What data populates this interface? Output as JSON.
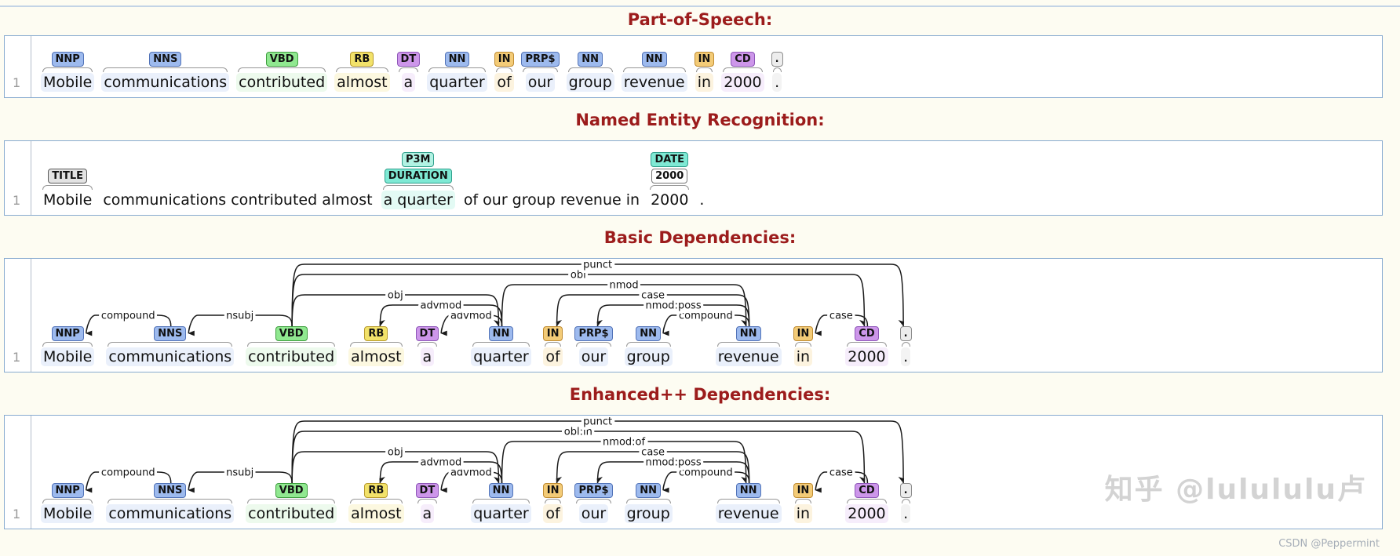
{
  "page": {
    "watermark_zhihu": "知乎 @lulululu卢",
    "watermark_csdn": "CSDN @Peppermint"
  },
  "palette": {
    "title_color": "#9c1c1c",
    "panel_border": "#88abd0",
    "arc_color": "#1a1a1a",
    "chips": {
      "blue": {
        "fill": "#9dbaee",
        "border": "#5273b8",
        "tint": "#eaf0fb"
      },
      "green": {
        "fill": "#90e890",
        "border": "#3e9e3e",
        "tint": "#edfaed"
      },
      "yellow": {
        "fill": "#f2e26a",
        "border": "#b89b2e",
        "tint": "#fcf8e0"
      },
      "purple": {
        "fill": "#cd96ea",
        "border": "#8e57b8",
        "tint": "#f6edfb"
      },
      "orange": {
        "fill": "#f3cb77",
        "border": "#c08c32",
        "tint": "#fcf3df"
      },
      "gray": {
        "fill": "#ededed",
        "border": "#8c8c8c",
        "tint": "#f3f3f3"
      },
      "graychip": {
        "fill": "#e3e3e3",
        "border": "#5a5a5a",
        "tint": "#ffffff"
      },
      "teal": {
        "fill": "#7fe9d4",
        "border": "#2e9e8a",
        "tint": "#e3faf4"
      },
      "tealLight": {
        "fill": "#b1f2e3",
        "border": "#2e9e8a",
        "tint": "#e3faf4"
      },
      "white": {
        "fill": "#ffffff",
        "border": "#777777",
        "tint": "#ffffff"
      }
    }
  },
  "sections": {
    "pos": {
      "title": "Part-of-Speech:",
      "line_number": "1",
      "tokens": [
        {
          "w": "Mobile",
          "t": "NNP",
          "c": "blue"
        },
        {
          "w": "communications",
          "t": "NNS",
          "c": "blue"
        },
        {
          "w": "contributed",
          "t": "VBD",
          "c": "green"
        },
        {
          "w": "almost",
          "t": "RB",
          "c": "yellow"
        },
        {
          "w": "a",
          "t": "DT",
          "c": "purple"
        },
        {
          "w": "quarter",
          "t": "NN",
          "c": "blue"
        },
        {
          "w": "of",
          "t": "IN",
          "c": "orange"
        },
        {
          "w": "our",
          "t": "PRP$",
          "c": "blue"
        },
        {
          "w": "group",
          "t": "NN",
          "c": "blue"
        },
        {
          "w": "revenue",
          "t": "NN",
          "c": "blue"
        },
        {
          "w": "in",
          "t": "IN",
          "c": "orange"
        },
        {
          "w": "2000",
          "t": "CD",
          "c": "purple"
        },
        {
          "w": ".",
          "t": ".",
          "c": "gray"
        }
      ]
    },
    "ner": {
      "title": "Named Entity Recognition:",
      "line_number": "1",
      "parts": [
        {
          "text": "Mobile",
          "chips": [
            {
              "label": "TITLE",
              "c": "graychip"
            }
          ],
          "highlight": false
        },
        {
          "text": "communications contributed almost",
          "chips": [],
          "highlight": false
        },
        {
          "text": "a quarter",
          "chips": [
            {
              "label": "P3M",
              "c": "tealLight"
            },
            {
              "label": "DURATION",
              "c": "teal"
            }
          ],
          "highlight": true
        },
        {
          "text": "of our group revenue in",
          "chips": [],
          "highlight": false
        },
        {
          "text": "2000",
          "chips": [
            {
              "label": "DATE",
              "c": "teal"
            },
            {
              "label": "2000",
              "c": "white"
            }
          ],
          "highlight": false
        },
        {
          "text": ".",
          "chips": [],
          "highlight": false
        }
      ]
    },
    "basic": {
      "title": "Basic Dependencies:",
      "line_number": "1",
      "tokens": [
        {
          "w": "Mobile",
          "t": "NNP",
          "c": "blue"
        },
        {
          "w": "communications",
          "t": "NNS",
          "c": "blue"
        },
        {
          "w": "contributed",
          "t": "VBD",
          "c": "green"
        },
        {
          "w": "almost",
          "t": "RB",
          "c": "yellow"
        },
        {
          "w": "a",
          "t": "DT",
          "c": "purple"
        },
        {
          "w": "quarter",
          "t": "NN",
          "c": "blue"
        },
        {
          "w": "of",
          "t": "IN",
          "c": "orange"
        },
        {
          "w": "our",
          "t": "PRP$",
          "c": "blue"
        },
        {
          "w": "group",
          "t": "NN",
          "c": "blue"
        },
        {
          "w": "revenue",
          "t": "NN",
          "c": "blue"
        },
        {
          "w": "in",
          "t": "IN",
          "c": "orange"
        },
        {
          "w": "2000",
          "t": "CD",
          "c": "purple"
        },
        {
          "w": ".",
          "t": ".",
          "c": "gray"
        }
      ],
      "arcs": [
        {
          "h": 1,
          "d": 0,
          "label": "compound",
          "lv": 1
        },
        {
          "h": 2,
          "d": 1,
          "label": "nsubj",
          "lv": 1
        },
        {
          "h": 5,
          "d": 4,
          "label": "advmod",
          "lv": 1
        },
        {
          "h": 9,
          "d": 8,
          "label": "compound",
          "lv": 1
        },
        {
          "h": 11,
          "d": 10,
          "label": "case",
          "lv": 1
        },
        {
          "h": 5,
          "d": 3,
          "label": "advmod",
          "lv": 2
        },
        {
          "h": 9,
          "d": 7,
          "label": "nmod:poss",
          "lv": 2
        },
        {
          "h": 2,
          "d": 5,
          "label": "obj",
          "lv": 3
        },
        {
          "h": 9,
          "d": 6,
          "label": "case",
          "lv": 3
        },
        {
          "h": 5,
          "d": 9,
          "label": "nmod",
          "lv": 4
        },
        {
          "h": 2,
          "d": 11,
          "label": "obl",
          "lv": 5
        },
        {
          "h": 2,
          "d": 12,
          "label": "punct",
          "lv": 6
        }
      ]
    },
    "enhanced": {
      "title": "Enhanced++ Dependencies:",
      "line_number": "1",
      "tokens": [
        {
          "w": "Mobile",
          "t": "NNP",
          "c": "blue"
        },
        {
          "w": "communications",
          "t": "NNS",
          "c": "blue"
        },
        {
          "w": "contributed",
          "t": "VBD",
          "c": "green"
        },
        {
          "w": "almost",
          "t": "RB",
          "c": "yellow"
        },
        {
          "w": "a",
          "t": "DT",
          "c": "purple"
        },
        {
          "w": "quarter",
          "t": "NN",
          "c": "blue"
        },
        {
          "w": "of",
          "t": "IN",
          "c": "orange"
        },
        {
          "w": "our",
          "t": "PRP$",
          "c": "blue"
        },
        {
          "w": "group",
          "t": "NN",
          "c": "blue"
        },
        {
          "w": "revenue",
          "t": "NN",
          "c": "blue"
        },
        {
          "w": "in",
          "t": "IN",
          "c": "orange"
        },
        {
          "w": "2000",
          "t": "CD",
          "c": "purple"
        },
        {
          "w": ".",
          "t": ".",
          "c": "gray"
        }
      ],
      "arcs": [
        {
          "h": 1,
          "d": 0,
          "label": "compound",
          "lv": 1
        },
        {
          "h": 2,
          "d": 1,
          "label": "nsubj",
          "lv": 1
        },
        {
          "h": 5,
          "d": 4,
          "label": "advmod",
          "lv": 1
        },
        {
          "h": 9,
          "d": 8,
          "label": "compound",
          "lv": 1
        },
        {
          "h": 11,
          "d": 10,
          "label": "case",
          "lv": 1
        },
        {
          "h": 5,
          "d": 3,
          "label": "advmod",
          "lv": 2
        },
        {
          "h": 9,
          "d": 7,
          "label": "nmod:poss",
          "lv": 2
        },
        {
          "h": 2,
          "d": 5,
          "label": "obj",
          "lv": 3
        },
        {
          "h": 9,
          "d": 6,
          "label": "case",
          "lv": 3
        },
        {
          "h": 5,
          "d": 9,
          "label": "nmod:of",
          "lv": 4
        },
        {
          "h": 2,
          "d": 11,
          "label": "obl:in",
          "lv": 5
        },
        {
          "h": 2,
          "d": 12,
          "label": "punct",
          "lv": 6
        }
      ]
    }
  }
}
